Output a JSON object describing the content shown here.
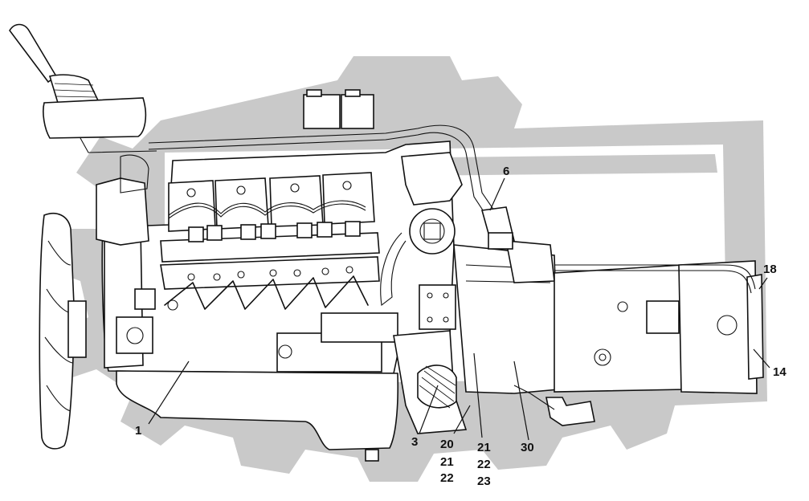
{
  "diagram": {
    "callouts": [
      {
        "id": "c1",
        "text": "1"
      },
      {
        "id": "c3",
        "text": "3"
      },
      {
        "id": "c6",
        "text": "6"
      },
      {
        "id": "c14",
        "text": "14"
      },
      {
        "id": "c18",
        "text": "18"
      },
      {
        "id": "c20a",
        "text": "20"
      },
      {
        "id": "c21a",
        "text": "21"
      },
      {
        "id": "c22a",
        "text": "22"
      },
      {
        "id": "c21b",
        "text": "21"
      },
      {
        "id": "c22b",
        "text": "22"
      },
      {
        "id": "c23",
        "text": "23"
      },
      {
        "id": "c30",
        "text": "30"
      }
    ],
    "watermark_icon": "gear-watermark",
    "colors": {
      "line": "#111111",
      "watermark": "#c9c9c9",
      "background": "#ffffff"
    }
  }
}
